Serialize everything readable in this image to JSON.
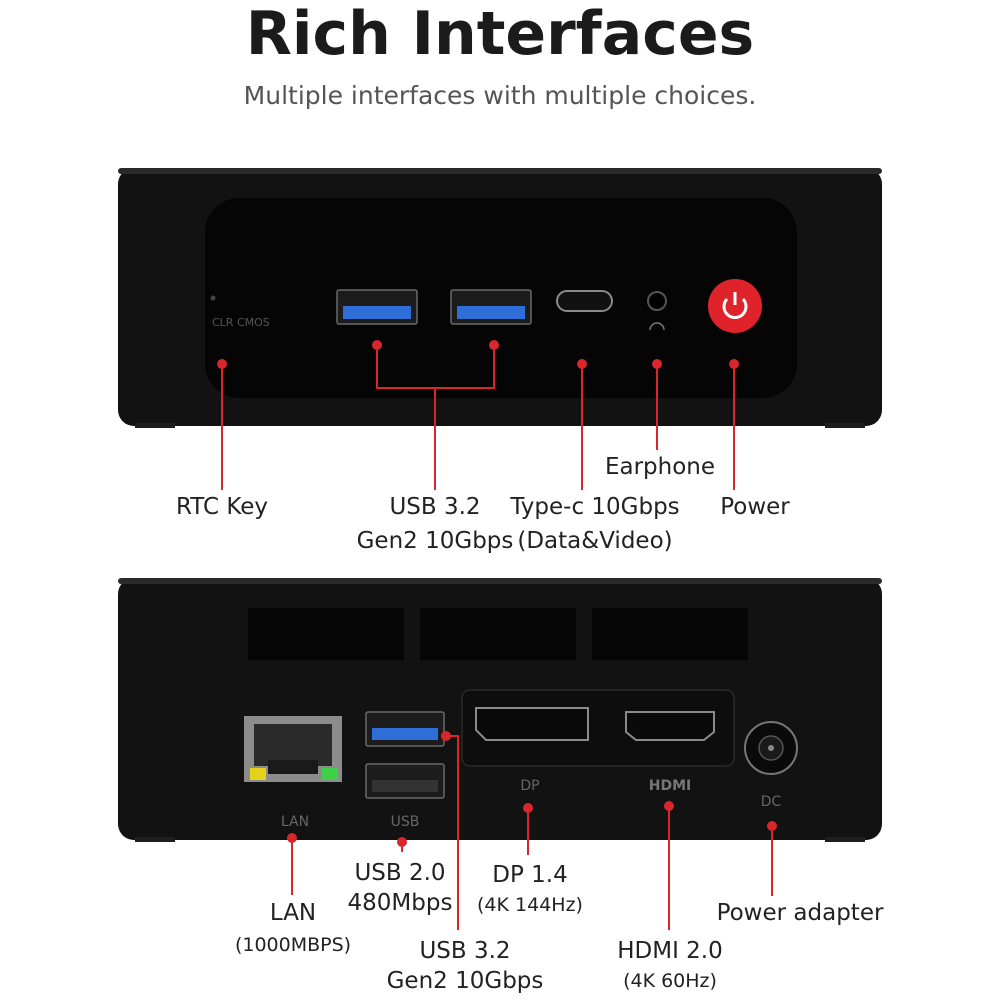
{
  "title": "Rich Interfaces",
  "subtitle": "Multiple interfaces with multiple choices.",
  "colors": {
    "accent": "#e8262d",
    "device": "#141414",
    "usb_blue": "#2b6fd6"
  },
  "front": {
    "panel_text": "CLR CMOS",
    "labels": {
      "rtc": "RTC Key",
      "usb32_line1": "USB 3.2",
      "usb32_line2": "Gen2 10Gbps",
      "typec_line1": "Type-c 10Gbps",
      "typec_line2": "(Data&Video)",
      "earphone": "Earphone",
      "power": "Power"
    },
    "icons": [
      "reset-pinhole-icon",
      "usb-a-port-icon",
      "usb-c-port-icon",
      "audio-jack-icon",
      "headset-icon",
      "power-button-icon"
    ]
  },
  "rear": {
    "port_text": {
      "lan": "LAN",
      "usb": "USB",
      "dp": "DP",
      "hdmi": "HDMI",
      "dc": "DC"
    },
    "labels": {
      "lan_line1": "LAN",
      "lan_line2": "(1000MBPS)",
      "usb20_line1": "USB 2.0",
      "usb20_line2": "480Mbps",
      "usb32_line1": "USB 3.2",
      "usb32_line2": "Gen2 10Gbps",
      "dp_line1": "DP 1.4",
      "dp_line2": "(4K 144Hz)",
      "hdmi_line1": "HDMI 2.0",
      "hdmi_line2": "(4K 60Hz)",
      "power_adapter": "Power adapter"
    },
    "icons": [
      "rj45-port-icon",
      "usb-a-port-icon",
      "displayport-icon",
      "hdmi-port-icon",
      "dc-jack-icon",
      "vent-grille-icon"
    ]
  }
}
